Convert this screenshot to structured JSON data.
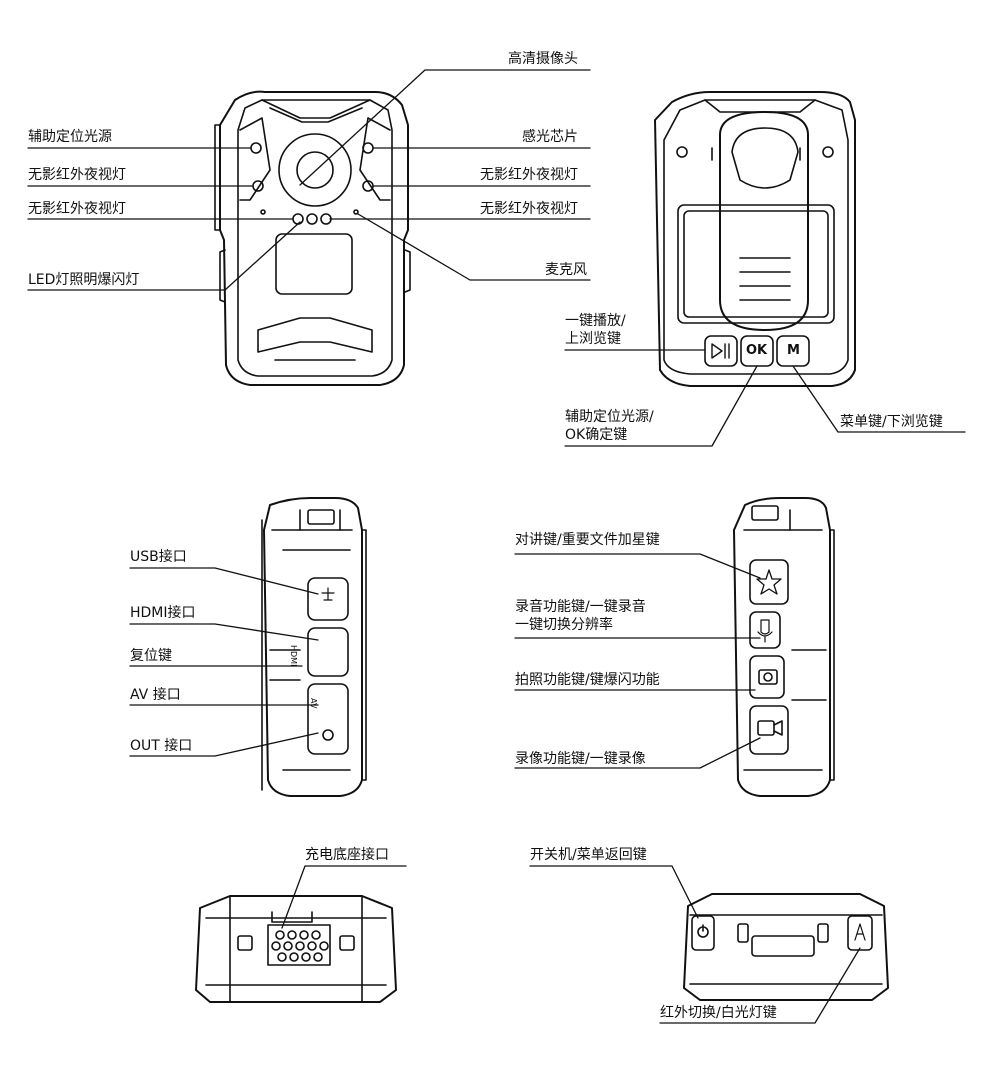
{
  "views": {
    "front": {
      "aux_light_left": "辅助定位光源",
      "ir_light_left_1": "无影红外夜视灯",
      "ir_light_left_2": "无影红外夜视灯",
      "led_flash": "LED灯照明爆闪灯",
      "hd_camera": "高清摄像头",
      "light_sensor": "感光芯片",
      "ir_light_right_1": "无影红外夜视灯",
      "ir_light_right_2": "无影红外夜视灯",
      "microphone": "麦克风"
    },
    "back": {
      "play_key_line1": "一键播放/",
      "play_key_line2": "上浏览键",
      "ok_key_line1": "辅助定位光源/",
      "ok_key_line2": "OK确定键",
      "menu_key": "菜单键/下浏览键",
      "btn_ok": "OK",
      "btn_m": "M"
    },
    "left_side": {
      "usb": "USB接口",
      "hdmi": "HDMI接口",
      "reset": "复位键",
      "av": "AV 接口",
      "out": "OUT 接口",
      "hdmi_mark": "HDMI",
      "av_mark": "AV"
    },
    "right_side": {
      "talk": "对讲键/重要文件加星键",
      "audio_line1": "录音功能键/一键录音",
      "audio_line2": "一键切换分辨率",
      "photo": "拍照功能键/键爆闪功能",
      "video": "录像功能键/一键录像"
    },
    "bottom": {
      "dock": "充电底座接口"
    },
    "top": {
      "power": "开关机/菜单返回键",
      "ir_switch": "红外切换/白光灯键"
    }
  }
}
